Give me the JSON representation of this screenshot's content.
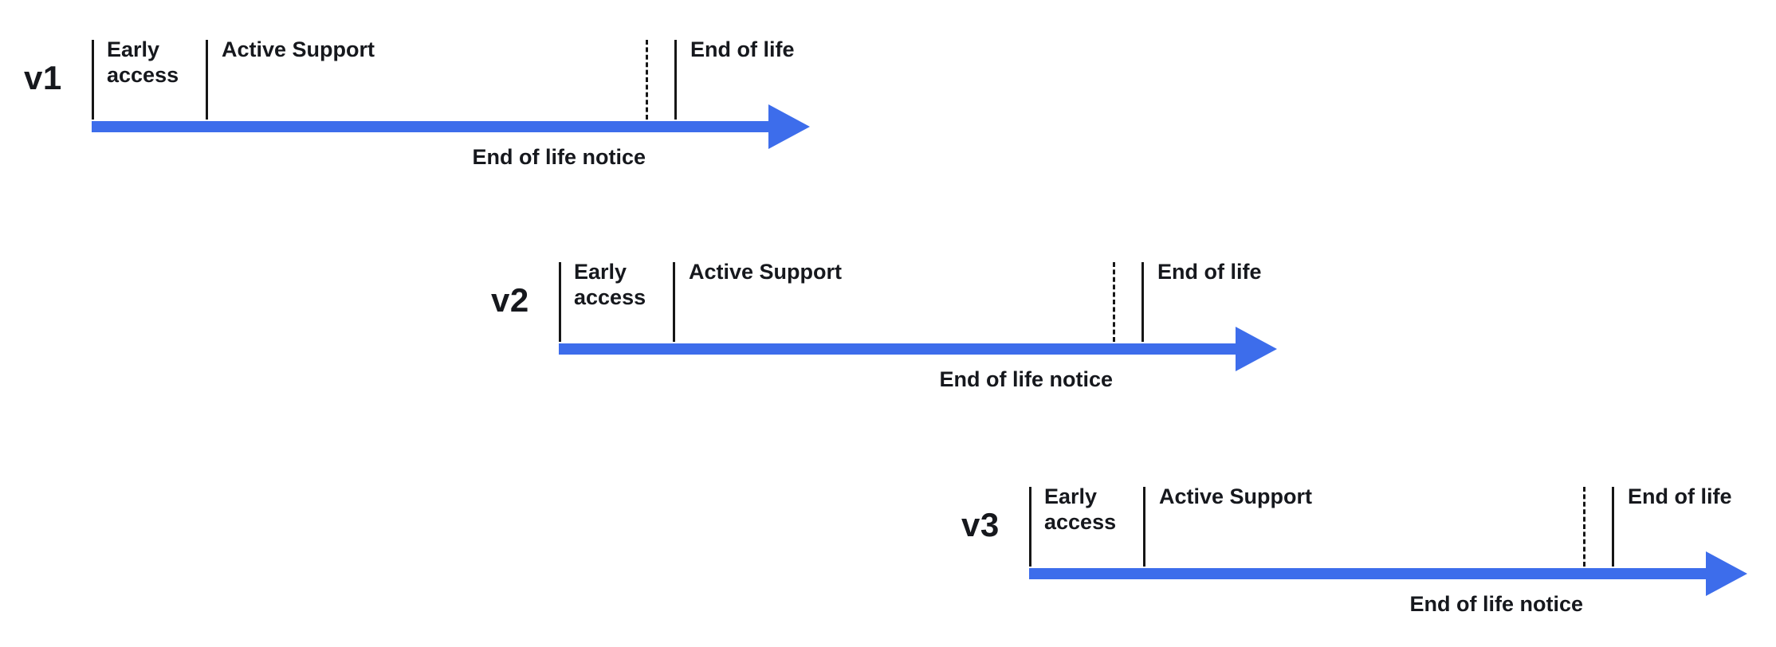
{
  "diagram": {
    "arrow_color": "#3D6DEB",
    "text_color": "#16181d",
    "tick_color": "#161616",
    "timelines": [
      {
        "version": "v1",
        "early_access": "Early access",
        "active_support": "Active Support",
        "end_of_life": "End of life",
        "end_of_life_notice": "End of life notice"
      },
      {
        "version": "v2",
        "early_access": "Early access",
        "active_support": "Active Support",
        "end_of_life": "End of life",
        "end_of_life_notice": "End of life notice"
      },
      {
        "version": "v3",
        "early_access": "Early access",
        "active_support": "Active Support",
        "end_of_life": "End of life",
        "end_of_life_notice": "End of life notice"
      }
    ]
  }
}
